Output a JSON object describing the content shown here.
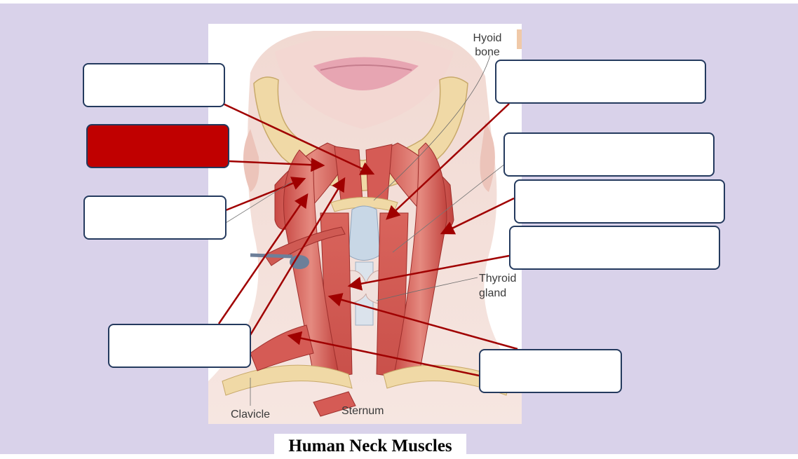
{
  "title": "Human Neck Muscles",
  "illustration": {
    "labels": {
      "hyoid_line1": "Hyoid",
      "hyoid_line2": "bone",
      "thyroid_line1": "Thyroid",
      "thyroid_line2": "gland",
      "clavicle": "Clavicle",
      "sternum": "Sternum"
    }
  },
  "answer_boxes": [
    {
      "id": "box-1",
      "text": "",
      "selected": false
    },
    {
      "id": "box-2",
      "text": "",
      "selected": true
    },
    {
      "id": "box-3",
      "text": "",
      "selected": false
    },
    {
      "id": "box-4",
      "text": "",
      "selected": false
    },
    {
      "id": "box-5",
      "text": "",
      "selected": false
    },
    {
      "id": "box-6",
      "text": "",
      "selected": false
    },
    {
      "id": "box-7",
      "text": "",
      "selected": false
    },
    {
      "id": "box-8",
      "text": "",
      "selected": false
    },
    {
      "id": "box-9",
      "text": "",
      "selected": false
    }
  ],
  "colors": {
    "background": "#d9d2ea",
    "box_border": "#243a5e",
    "selected_box": "#c00000",
    "pointer": "#a00000"
  }
}
